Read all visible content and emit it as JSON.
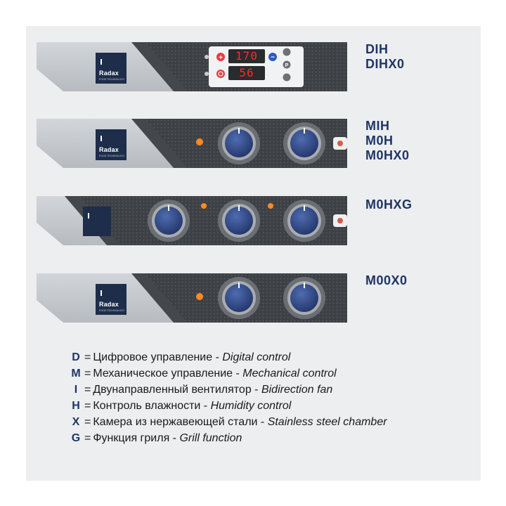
{
  "brand": {
    "name": "Radax",
    "tagline": "FOOD TECHNOLOGY"
  },
  "panels": [
    {
      "type": "digital",
      "models": [
        "DIH",
        "DIHX0"
      ],
      "display": {
        "temperature": "170",
        "humidity": "56"
      },
      "buttons": [
        "plus",
        "minus",
        "power",
        "steam",
        "program",
        "fan"
      ]
    },
    {
      "type": "mechanical-two-knob",
      "models": [
        "MIH",
        "M0H",
        "M0HX0"
      ],
      "knobs": [
        "thermostat-knob",
        "timer-knob"
      ],
      "indicators": [
        "heating-lamp"
      ],
      "buttons": [
        "steam"
      ]
    },
    {
      "type": "mechanical-three-knob",
      "models": [
        "M0HXG"
      ],
      "knobs": [
        "grill-knob",
        "thermostat-knob",
        "timer-knob"
      ],
      "indicators": [
        "grill-lamp",
        "heating-lamp"
      ],
      "buttons": [
        "steam"
      ]
    },
    {
      "type": "mechanical-two-knob",
      "models": [
        "M00X0"
      ],
      "knobs": [
        "thermostat-knob",
        "timer-knob"
      ],
      "indicators": [
        "heating-lamp"
      ]
    }
  ],
  "legend": [
    {
      "code": "D",
      "eq": "=",
      "ru": "Цифровое управление - ",
      "en": "Digital control"
    },
    {
      "code": "M",
      "eq": "=",
      "ru": "Механическое управление - ",
      "en": "Mechanical control"
    },
    {
      "code": "I",
      "eq": "=",
      "ru": "Двунаправленный вентилятор - ",
      "en": "Bidirection fan"
    },
    {
      "code": "H",
      "eq": "=",
      "ru": "Контроль влажности - ",
      "en": "Humidity control"
    },
    {
      "code": "X",
      "eq": "=",
      "ru": "Камера из нержавеющей стали - ",
      "en": "Stainless steel chamber"
    },
    {
      "code": "G",
      "eq": "=",
      "ru": "Функция гриля - ",
      "en": "Grill function"
    }
  ],
  "colors": {
    "model_text": "#1f3565",
    "panel_silver": "#c3c6cb",
    "panel_dark": "#3f4246",
    "knob_blue": "#2d4a8a",
    "display_red": "#ff2a2a",
    "lamp_orange": "#ff8a1e",
    "logo_navy": "#1d2d4a"
  }
}
